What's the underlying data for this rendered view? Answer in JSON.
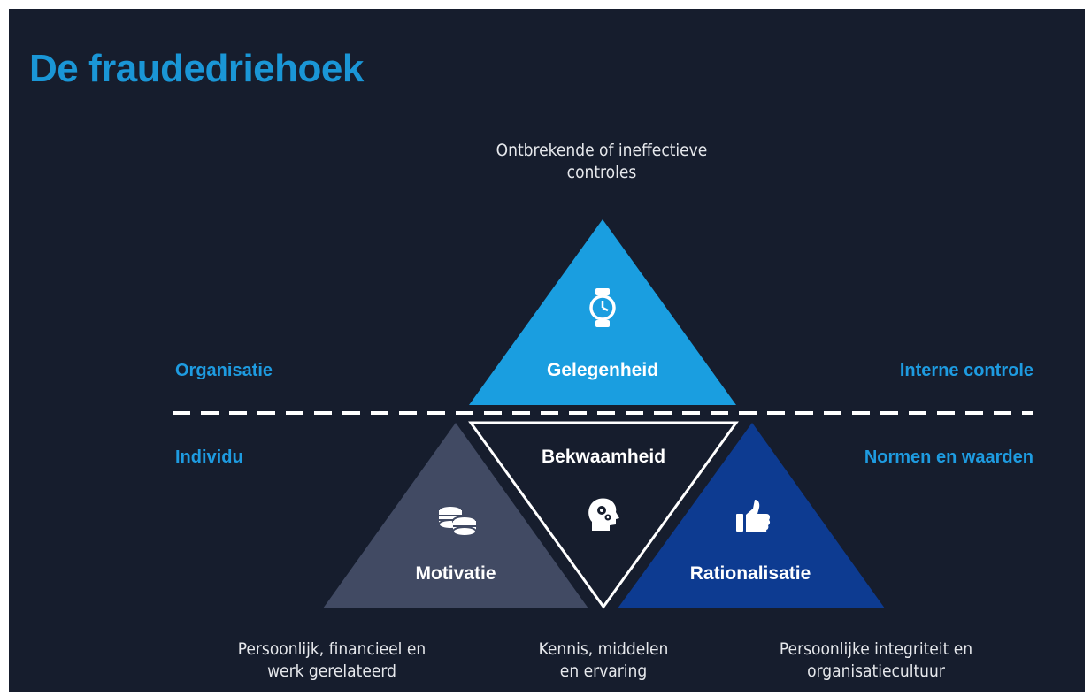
{
  "title": "De fraudedriehoek",
  "top_caption": {
    "line1": "Ontbrekende of ineffectieve",
    "line2": "controles"
  },
  "side_labels": {
    "top_left": "Organisatie",
    "top_right": "Interne controle",
    "bottom_left": "Individu",
    "bottom_right": "Normen en waarden"
  },
  "triangles": {
    "gelegenheid": {
      "label": "Gelegenheid",
      "icon": "watch-icon",
      "color": "#1a9ee0"
    },
    "bekwaamheid": {
      "label": "Bekwaamheid",
      "icon": "head-gears-icon",
      "color": "#161d2d"
    },
    "motivatie": {
      "label": "Motivatie",
      "icon": "coins-icon",
      "color": "#414a63"
    },
    "rationalisatie": {
      "label": "Rationalisatie",
      "icon": "thumbs-up-icon",
      "color": "#0d3b91"
    }
  },
  "bottom_captions": {
    "motivatie": {
      "line1": "Persoonlijk, financieel en",
      "line2": "werk gerelateerd"
    },
    "bekwaamheid": {
      "line1": "Kennis, middelen",
      "line2": "en ervaring"
    },
    "rationalisatie": {
      "line1": "Persoonlijke integriteit en",
      "line2": "organisatiecultuur"
    }
  },
  "colors": {
    "background": "#161d2d",
    "accent": "#1a96d6",
    "divider": "#ffffff"
  }
}
